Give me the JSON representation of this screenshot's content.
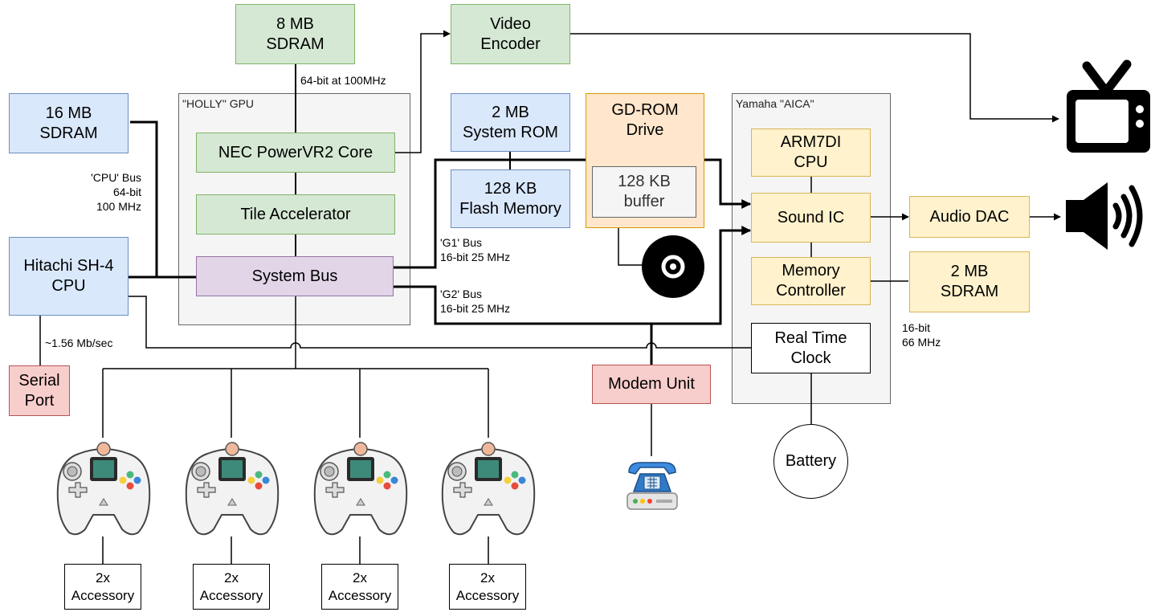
{
  "groups": {
    "holly": "\"HOLLY\" GPU",
    "aica": "Yamaha \"AICA\""
  },
  "boxes": {
    "sdram8": [
      "8 MB",
      "SDRAM"
    ],
    "video_encoder": [
      "Video",
      "Encoder"
    ],
    "sdram16": [
      "16 MB",
      "SDRAM"
    ],
    "powervr": [
      "NEC PowerVR2 Core"
    ],
    "tile_accel": [
      "Tile Accelerator"
    ],
    "system_bus": [
      "System Bus"
    ],
    "sh4": [
      "Hitachi SH-4",
      "CPU"
    ],
    "serial_port": [
      "Serial",
      "Port"
    ],
    "system_rom": [
      "2 MB",
      "System ROM"
    ],
    "flash": [
      "128 KB",
      "Flash Memory"
    ],
    "gdrom": [
      "GD-ROM",
      "Drive"
    ],
    "buffer": [
      "128 KB",
      "buffer"
    ],
    "arm7": [
      "ARM7DI",
      "CPU"
    ],
    "sound_ic": [
      "Sound IC"
    ],
    "mem_ctrl": [
      "Memory",
      "Controller"
    ],
    "rtc": [
      "Real Time",
      "Clock"
    ],
    "audio_dac": [
      "Audio DAC"
    ],
    "sdram2": [
      "2 MB",
      "SDRAM"
    ],
    "modem": [
      "Modem Unit"
    ],
    "battery": "Battery",
    "accessories": [
      [
        "2x",
        "Accessory"
      ],
      [
        "2x",
        "Accessory"
      ],
      [
        "2x",
        "Accessory"
      ],
      [
        "2x",
        "Accessory"
      ]
    ]
  },
  "labels": {
    "gpu_bus": "64-bit at 100MHz",
    "cpu_bus": [
      "'CPU' Bus",
      "64-bit",
      "100 MHz"
    ],
    "serial_rate": "~1.56 Mb/sec",
    "g1_bus": [
      "'G1' Bus",
      "16-bit 25 MHz"
    ],
    "g2_bus": [
      "'G2' Bus",
      "16-bit 25 MHz"
    ],
    "audio_bus": [
      "16-bit",
      "66 MHz"
    ]
  },
  "icons": {
    "tv": "tv-icon",
    "speaker": "speaker-icon",
    "disc": "disc-icon",
    "phone": "telephone-icon",
    "controller": "controller-icon"
  },
  "colors": {
    "green_fill": "#d5e8d4",
    "green_stroke": "#82b366",
    "blue_fill": "#dae8fc",
    "blue_stroke": "#6c8ebf",
    "yellow_fill": "#fff2cc",
    "yellow_stroke": "#d6b656",
    "orange_fill": "#ffe6cc",
    "orange_stroke": "#d79b00",
    "purple_fill": "#e1d5e7",
    "purple_stroke": "#9673a6",
    "red_fill": "#f8cecc",
    "red_stroke": "#b85450"
  }
}
